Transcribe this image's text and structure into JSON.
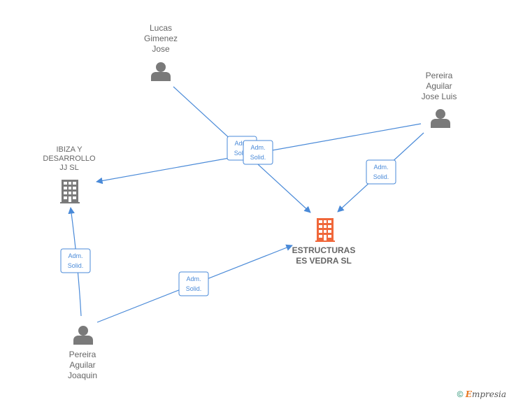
{
  "nodes": {
    "lucas": {
      "lines": [
        "Lucas",
        "Gimenez",
        "Jose"
      ],
      "type": "person"
    },
    "pereira_jose_luis": {
      "lines": [
        "Pereira",
        "Aguilar",
        "Jose Luis"
      ],
      "type": "person"
    },
    "ibiza": {
      "lines": [
        "IBIZA Y",
        "DESARROLLO",
        "JJ  SL"
      ],
      "type": "company"
    },
    "estructuras": {
      "lines": [
        "ESTRUCTURAS",
        "ES VEDRA  SL"
      ],
      "type": "company-target"
    },
    "pereira_joaquin": {
      "lines": [
        "Pereira",
        "Aguilar",
        "Joaquin"
      ],
      "type": "person"
    }
  },
  "edge_label": {
    "line1": "Adm.",
    "line2": "Solid."
  },
  "colors": {
    "edge": "#4a8ad8",
    "person_icon": "#7a7a7a",
    "company_icon": "#7a7a7a",
    "target_icon": "#f0673a"
  },
  "footer": {
    "copyright": "©",
    "brand_first": "E",
    "brand_rest": "mpresia"
  }
}
